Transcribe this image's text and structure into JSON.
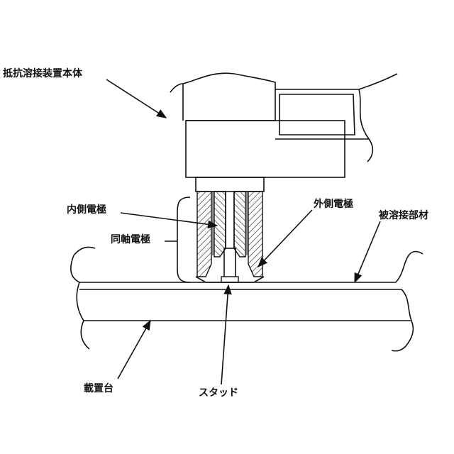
{
  "labels": {
    "welder_body": "抵抗溶接装置本体",
    "inner_electrode": "内側電極",
    "outer_electrode": "外側電極",
    "coaxial_electrode": "同軸電極",
    "workpiece": "被溶接部材",
    "mounting_table": "載置台",
    "stud": "スタッド"
  }
}
